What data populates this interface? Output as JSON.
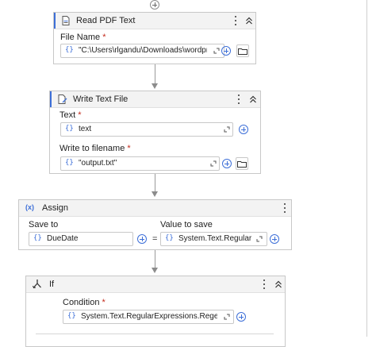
{
  "activities": {
    "read_pdf": {
      "title": "Read PDF Text",
      "file_name_label": "File Name",
      "file_name_value": "\"C:\\Users\\rlgandu\\Downloads\\wordpr"
    },
    "write_text": {
      "title": "Write Text File",
      "text_label": "Text",
      "text_value": "text",
      "filename_label": "Write to filename",
      "filename_value": "\"output.txt\""
    },
    "assign": {
      "title": "Assign",
      "save_to_label": "Save to",
      "save_to_value": "DueDate",
      "equals": "=",
      "value_label": "Value to save",
      "value_value": "System.Text.RegularEx"
    },
    "if": {
      "title": "If",
      "condition_label": "Condition",
      "condition_value": "System.Text.RegularExpressions.Regex.IsM"
    }
  },
  "required_mark": "*",
  "expression_glyph": "{}",
  "assign_glyph": "(x)",
  "icons": [
    "add-activity-icon",
    "pdf-icon",
    "write-file-icon",
    "assign-icon",
    "if-icon",
    "more-options-icon",
    "collapse-icon",
    "expand-editor-icon",
    "plus-icon",
    "folder-icon"
  ],
  "colors": {
    "accent": "#3d6fd8",
    "required": "#c42b1c",
    "connector": "#9a9a9a"
  }
}
